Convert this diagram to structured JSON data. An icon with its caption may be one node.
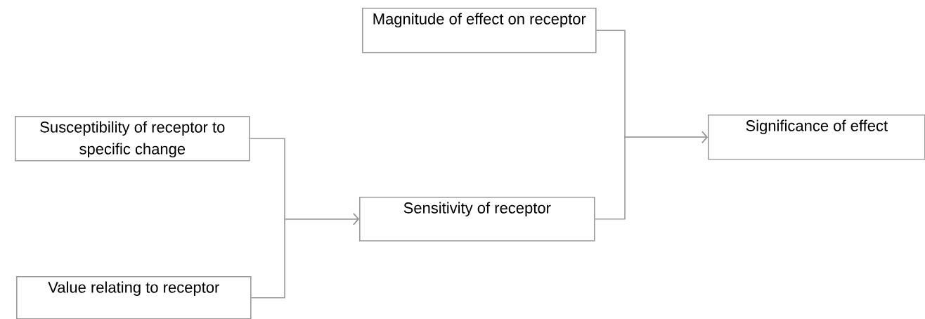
{
  "diagram": {
    "nodes": [
      {
        "text": [
          "Magnitude of effect on receptor"
        ]
      },
      {
        "text": [
          "Susceptibility of receptor to specific change"
        ]
      },
      {
        "text": [
          "Sensitivity of receptor"
        ]
      },
      {
        "text": [
          "Value relating to receptor"
        ]
      },
      {
        "text": [
          "Significance of effect"
        ]
      }
    ],
    "edges": [
      {
        "from": 1,
        "to": 2,
        "arrow": "to"
      },
      {
        "from": 3,
        "to": 2,
        "arrow": "to"
      },
      {
        "from": 0,
        "to": 4,
        "arrow": "to"
      },
      {
        "from": 2,
        "to": 4,
        "arrow": "to"
      }
    ]
  }
}
